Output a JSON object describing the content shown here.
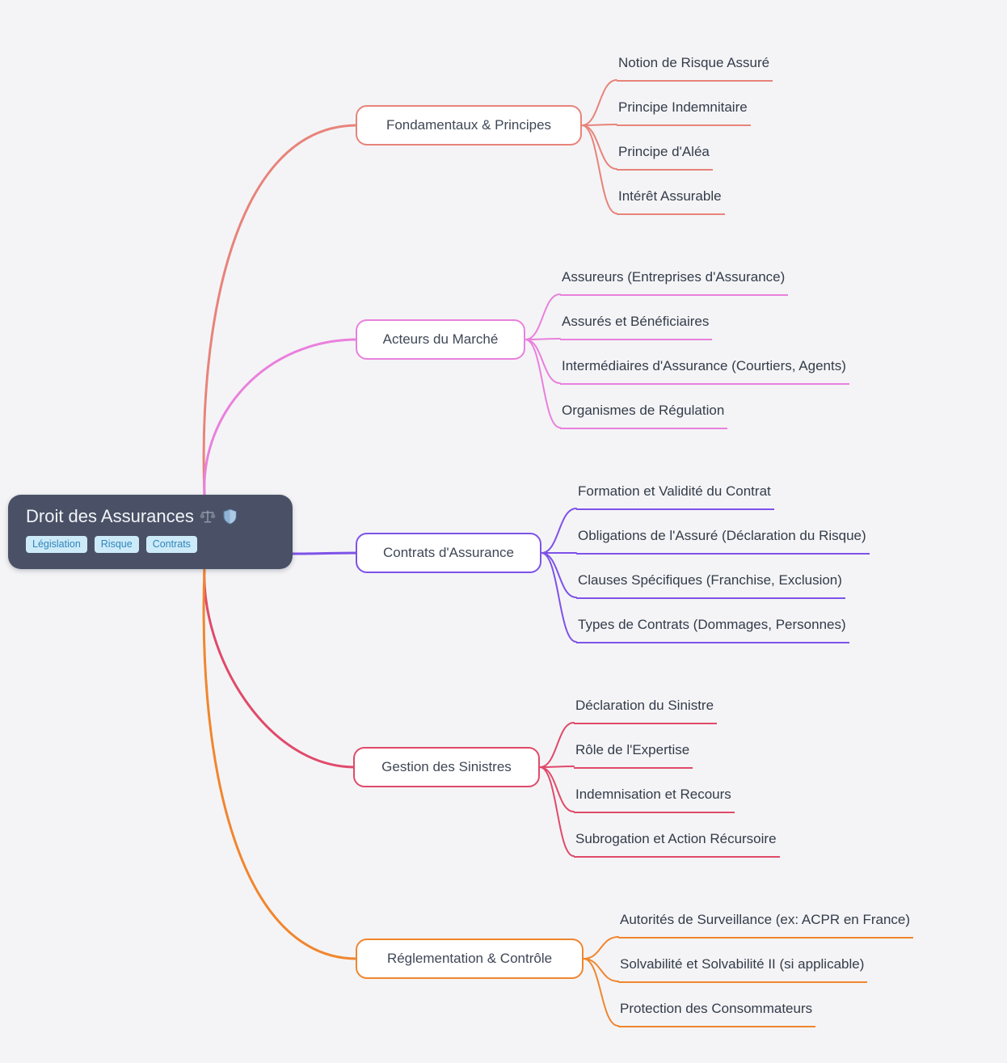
{
  "page": {
    "background": "#f4f4f6"
  },
  "root": {
    "title": "Droit des Assurances",
    "icons": [
      "scales-icon",
      "shield-icon"
    ],
    "tags": [
      "Législation",
      "Risque",
      "Contrats"
    ],
    "colors": {
      "background": "#4a5166",
      "title_text": "#f2f4f8",
      "tag_background": "#cdeaf9",
      "tag_text": "#2f86b8"
    }
  },
  "branches": [
    {
      "label": "Fondamentaux & Principes",
      "color": "#e8837a",
      "children": [
        "Notion de Risque Assuré",
        "Principe Indemnitaire",
        "Principe d'Aléa",
        "Intérêt Assurable"
      ]
    },
    {
      "label": "Acteurs du Marché",
      "color": "#ea80dc",
      "children": [
        "Assureurs (Entreprises d'Assurance)",
        "Assurés et Bénéficiaires",
        "Intermédiaires d'Assurance (Courtiers, Agents)",
        "Organismes de Régulation"
      ]
    },
    {
      "label": "Contrats d'Assurance",
      "color": "#7e52e8",
      "children": [
        "Formation et Validité du Contrat",
        "Obligations de l'Assuré (Déclaration du Risque)",
        "Clauses Spécifiques (Franchise, Exclusion)",
        "Types de Contrats (Dommages, Personnes)"
      ]
    },
    {
      "label": "Gestion des Sinistres",
      "color": "#e04a6a",
      "children": [
        "Déclaration du Sinistre",
        "Rôle de l'Expertise",
        "Indemnisation et Recours",
        "Subrogation et Action Récursoire"
      ]
    },
    {
      "label": "Réglementation & Contrôle",
      "color": "#f0862e",
      "children": [
        "Autorités de Surveillance (ex: ACPR en France)",
        "Solvabilité et Solvabilité II (si applicable)",
        "Protection des Consommateurs"
      ]
    }
  ]
}
